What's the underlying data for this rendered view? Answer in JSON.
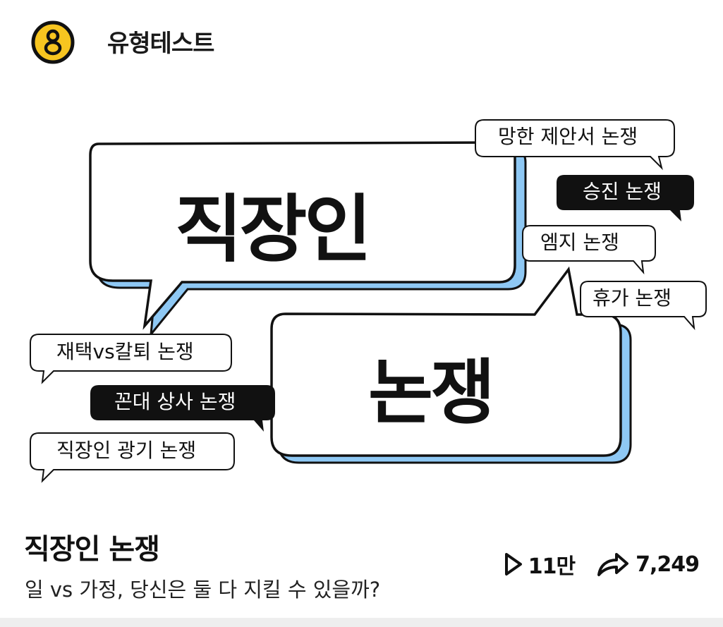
{
  "brand": {
    "name": "유형테스트"
  },
  "thumbnail": {
    "headline_top": "직장인",
    "headline_bottom": "논쟁",
    "tags": [
      {
        "text": "망한 제안서 논쟁",
        "style": "light"
      },
      {
        "text": "승진 논쟁",
        "style": "dark"
      },
      {
        "text": "엠지 논쟁",
        "style": "light"
      },
      {
        "text": "휴가 논쟁",
        "style": "light"
      },
      {
        "text": "재택vs칼퇴 논쟁",
        "style": "light"
      },
      {
        "text": "꼰대 상사 논쟁",
        "style": "dark"
      },
      {
        "text": "직장인 광기 논쟁",
        "style": "light"
      }
    ]
  },
  "content": {
    "title": "직장인 논쟁",
    "subtitle": "일 vs 가정, 당신은 둘 다 지킬 수 있을까?"
  },
  "stats": {
    "plays": "11만",
    "shares": "7,249",
    "play_icon": "play-icon",
    "share_icon": "share-icon"
  },
  "colors": {
    "accent_yellow": "#F7C520",
    "shadow_blue": "#8EC8F4",
    "dark_tag": "#111111"
  }
}
